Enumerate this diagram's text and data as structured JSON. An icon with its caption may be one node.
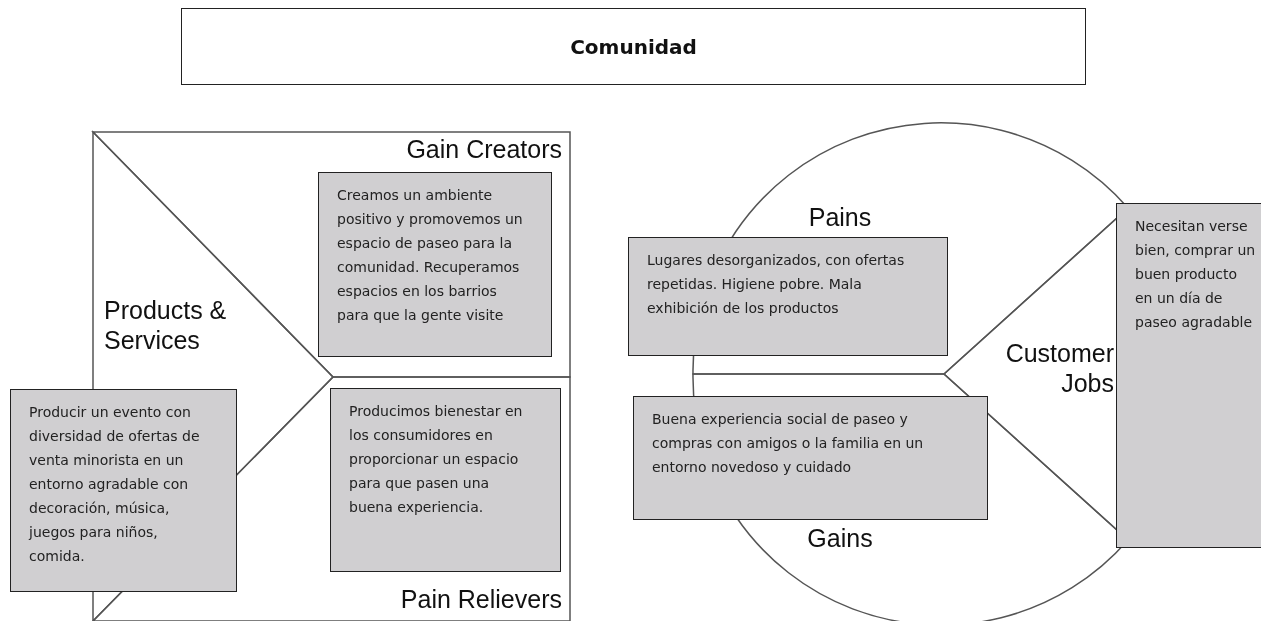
{
  "diagram": {
    "nodes": [
      {
        "text": [
          "Comunidad"
        ]
      },
      {
        "text": [
          "Gain Creators"
        ]
      },
      {
        "text": [
          "Products & Services"
        ]
      },
      {
        "text": [
          "Pain Relievers"
        ]
      },
      {
        "text": [
          "Pains"
        ]
      },
      {
        "text": [
          "Gains"
        ]
      },
      {
        "text": [
          "Customer Jobs"
        ]
      },
      {
        "text": [
          "Creamos un ambiente positivo y promovemos un espacio de paseo para la comunidad. Recuperamos espacios en los barrios para que la gente visite"
        ],
        "in": 1
      },
      {
        "text": [
          "Producir un evento con diversidad de ofertas de venta minorista en un entorno agradable con decoración, música, juegos para niños, comida."
        ]
      },
      {
        "text": [
          "Producimos bienestar en los consumidores en proporcionar un espacio para que pasen una buena experiencia."
        ],
        "in": 3
      },
      {
        "text": [
          "Lugares desorganizados, con ofertas repetidas. Higiene pobre. Mala exhibición de los productos"
        ]
      },
      {
        "text": [
          "Buena experiencia social de paseo y compras con amigos o la familia en un entorno novedoso y cuidado"
        ]
      },
      {
        "text": [
          "Necesitan verse bien, comprar un buen producto en un día de paseo agradable"
        ]
      }
    ]
  }
}
